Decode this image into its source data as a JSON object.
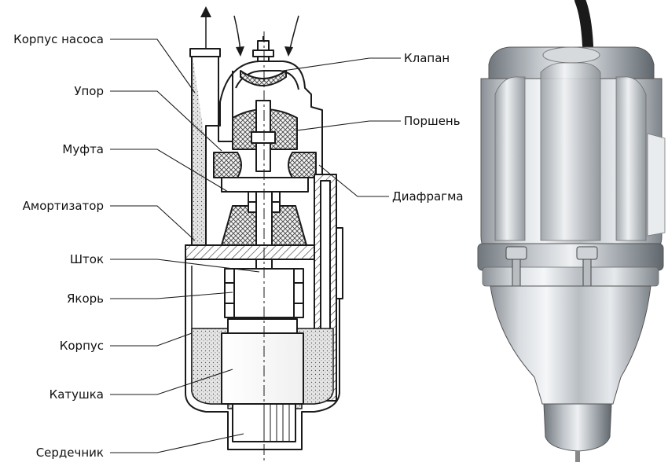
{
  "labels": {
    "left": [
      "Корпус насоса",
      "Упор",
      "Муфта",
      "Амортизатор",
      "Шток",
      "Якорь",
      "Корпус",
      "Катушка",
      "Сердечник"
    ],
    "right": [
      "Клапан",
      "Поршень",
      "Диафрагма"
    ]
  },
  "colors": {
    "text": "#111111",
    "outline": "#1a1a1a",
    "metal": "#c8ccd0",
    "compound": "#d9d9d9"
  }
}
